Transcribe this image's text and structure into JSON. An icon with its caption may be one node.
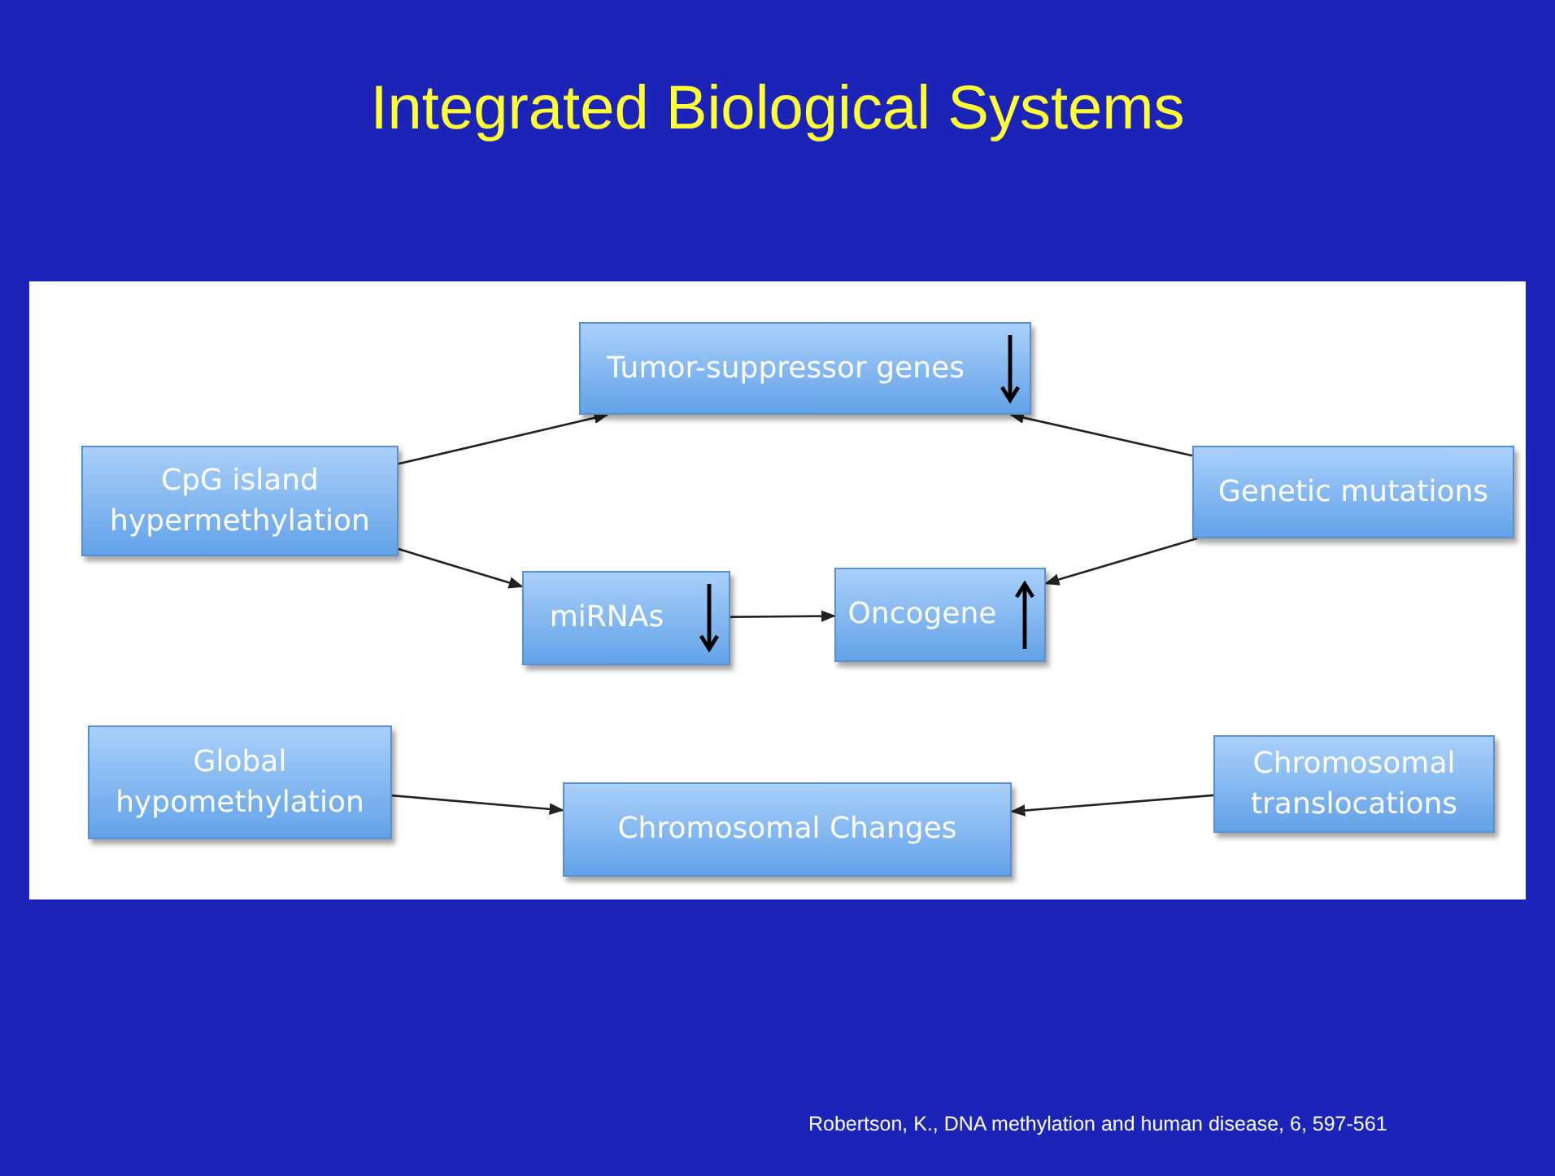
{
  "diagram": {
    "title": "Integrated Biological Systems",
    "nodes": [
      {
        "text": [
          "Tumor-suppressor genes"
        ]
      },
      {
        "text": [
          "CpG island hypermethylation"
        ]
      },
      {
        "text": [
          "Genetic mutations"
        ]
      },
      {
        "text": [
          "miRNAs"
        ]
      },
      {
        "text": [
          "Oncogene"
        ]
      },
      {
        "text": [
          "Global hypomethylation"
        ]
      },
      {
        "text": [
          "Chromosomal translocations"
        ]
      },
      {
        "text": [
          "Chromosomal Changes"
        ]
      }
    ],
    "edges": [
      {
        "from": 1,
        "to": 0,
        "arrow": "to"
      },
      {
        "from": 1,
        "to": 3,
        "arrow": "to"
      },
      {
        "from": 3,
        "to": 4,
        "arrow": "to"
      },
      {
        "from": 2,
        "to": 0,
        "arrow": "to"
      },
      {
        "from": 2,
        "to": 4,
        "arrow": "to"
      },
      {
        "from": 5,
        "to": 7,
        "arrow": "to"
      },
      {
        "from": 6,
        "to": 7,
        "arrow": "to"
      }
    ],
    "labels": [
      "Robertson, K., DNA methylation and human disease, 6, 597-561"
    ]
  }
}
